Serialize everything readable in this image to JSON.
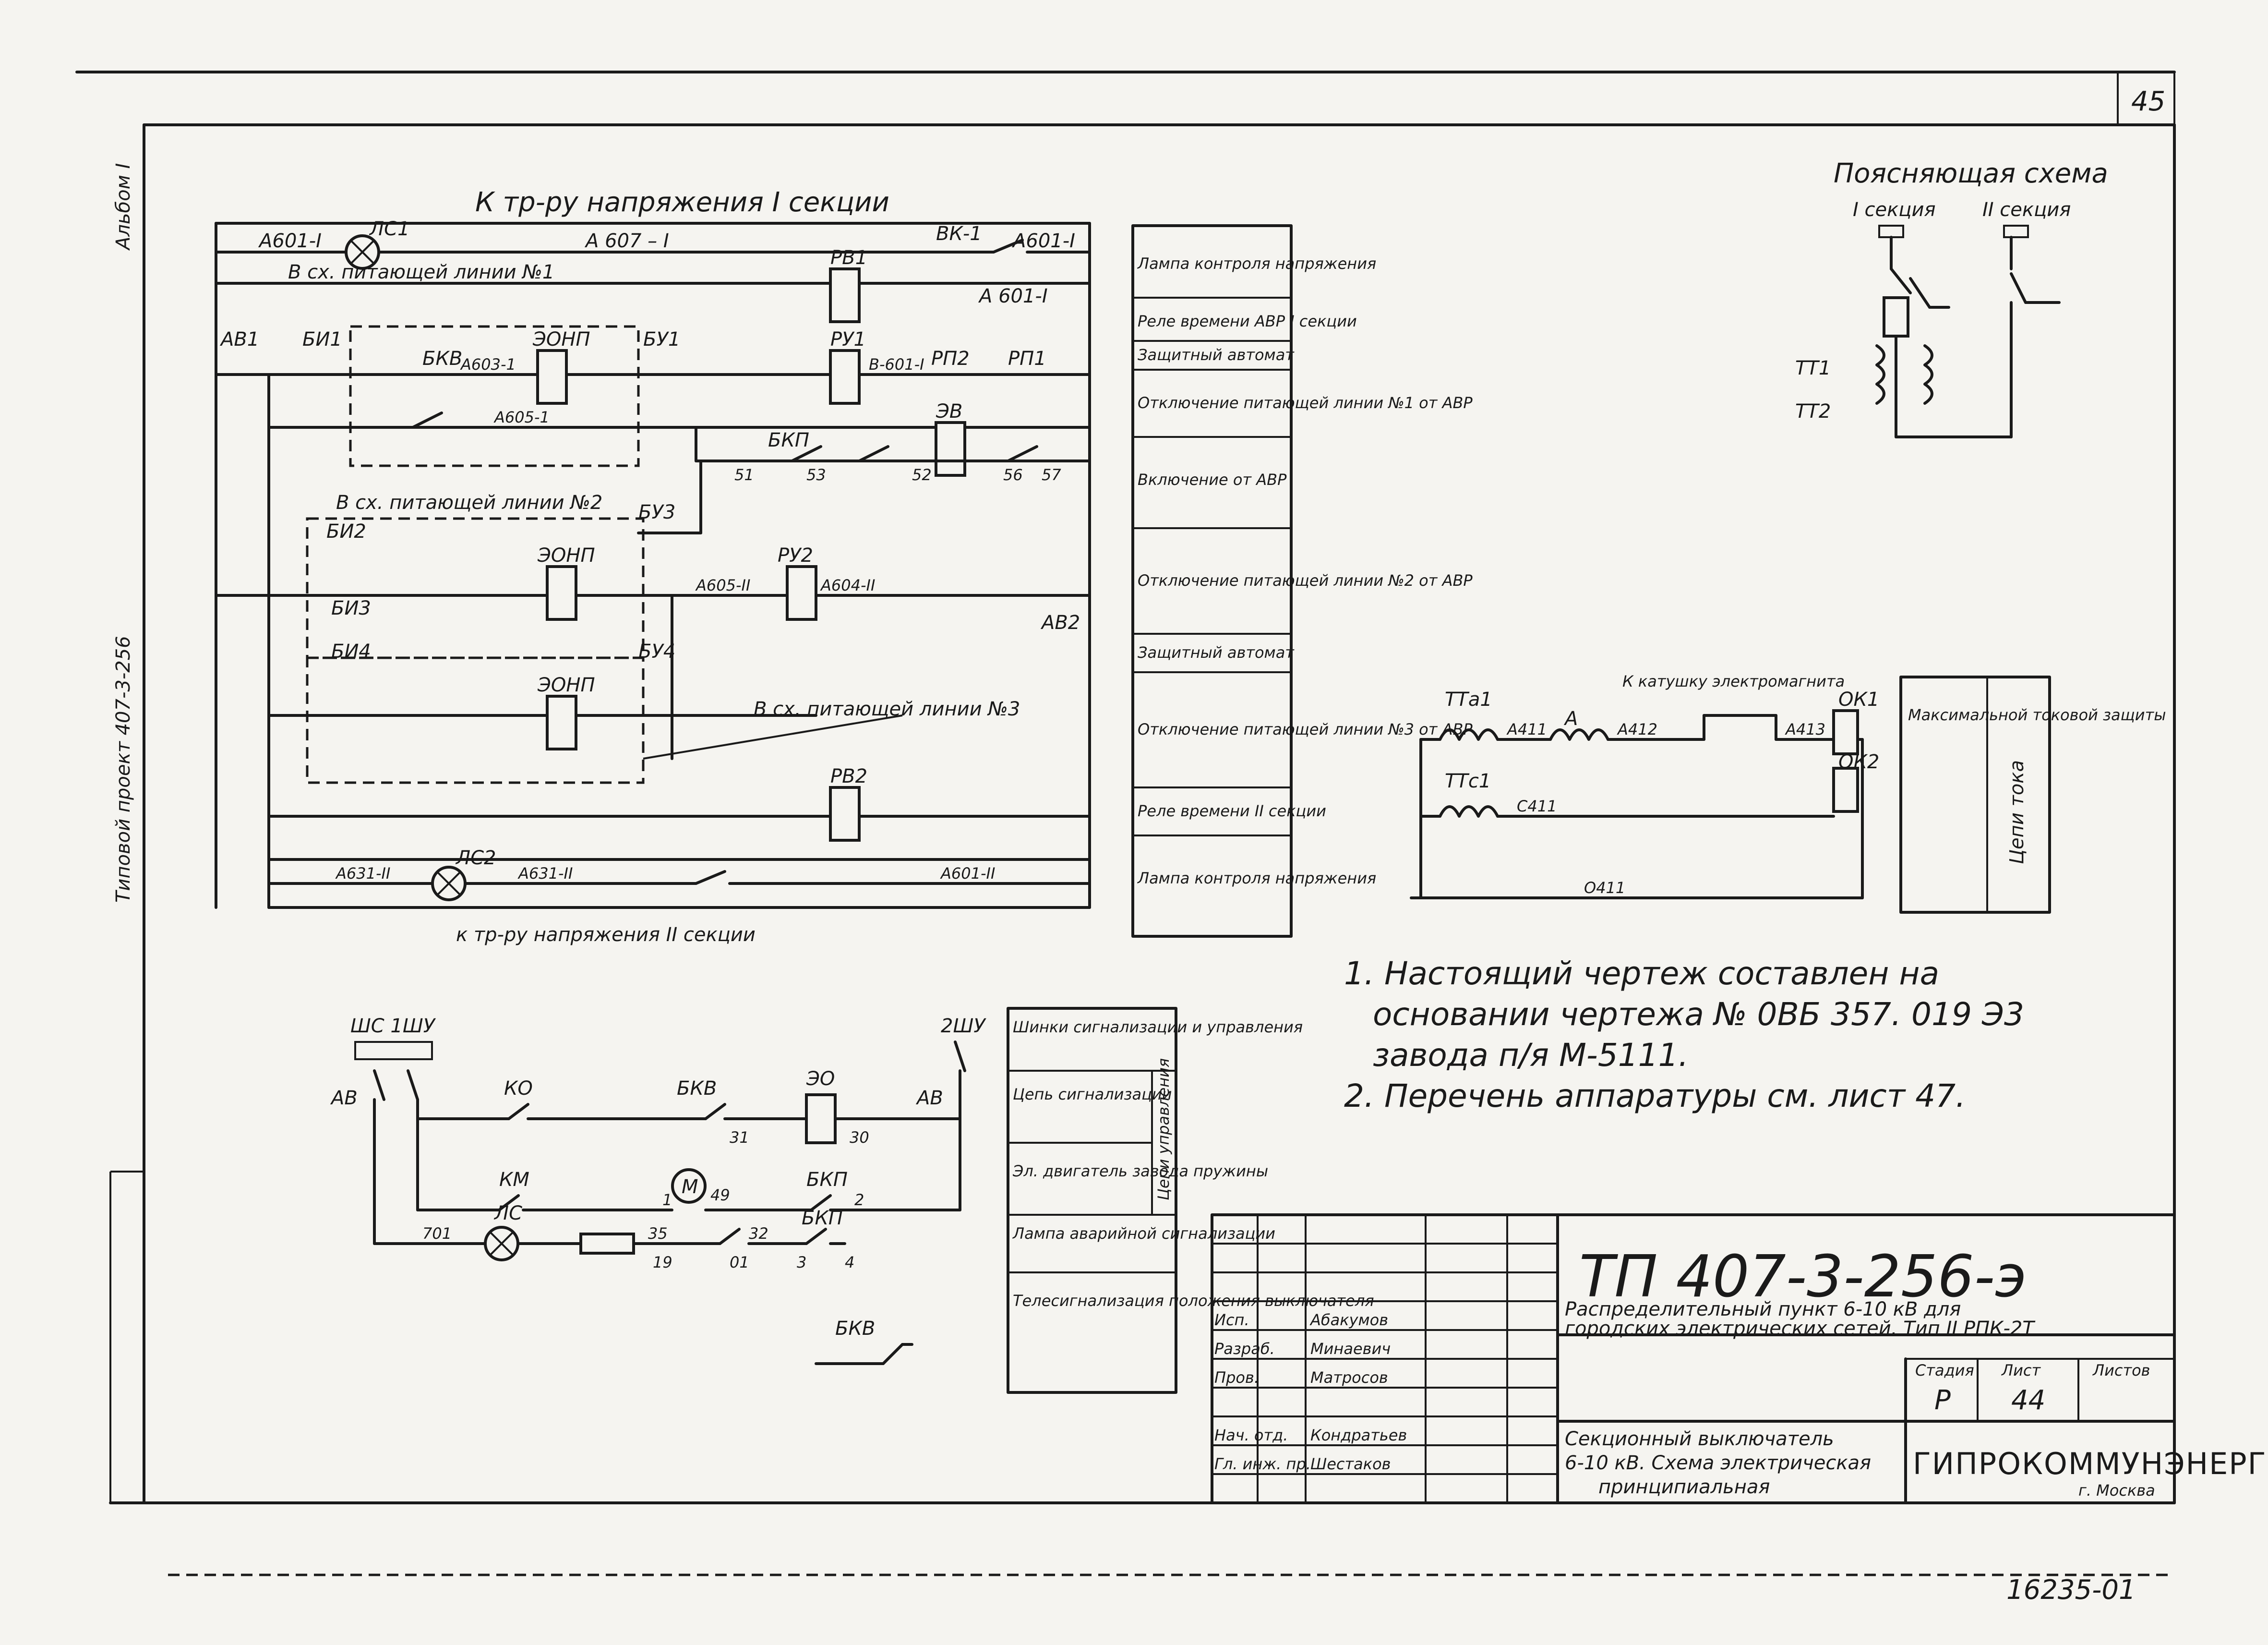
{
  "sheet": {
    "page_number": "45",
    "album_label": "Альбом I",
    "project_side_label": "Типовой проект 407-3-256",
    "bottom_number": "16235-01"
  },
  "schematic": {
    "top_bus_title": "К тр-ру напряжения I секции",
    "bottom_bus_title": "к тр-ру напряжения II секции",
    "wire_a607": "А 607 – I",
    "wire_a601_1": "А601-I",
    "wire_a601_2": "А601-I",
    "wire_a601_3": "А 601-I",
    "lamp_1": "ЛС1",
    "lamp_2": "ЛС2",
    "block_contact_top": "ВК-1",
    "feed_line_1": "В сх. питающей линии №1",
    "feed_line_2": "В сх. питающей линии №2",
    "feed_line_3": "В сх. питающей линии №3",
    "relay_rv1": "РВ1",
    "relay_rv2": "РВ2",
    "relay_rp1": "РП1",
    "relay_rp2": "РП2",
    "relay_rpa1": "РУ1",
    "relay_rpa2": "РУ2",
    "coil_ev": "ЭВ",
    "coil_eon1": "ЭОНП",
    "coil_eon2": "ЭОНП",
    "coil_eon3": "ЭОНП",
    "bi1": "БИ1",
    "bi2": "БИ2",
    "bi3": "БИ3",
    "bi4": "БИ4",
    "bu1": "БУ1",
    "bu3": "БУ3",
    "bu4": "БУ4",
    "bkv": "БКВ",
    "bkp": "БКП",
    "av1": "АВ1",
    "av2": "АВ2",
    "wire_a603": "А603-1",
    "wire_a605": "А605-1",
    "wire_a605_2": "А605-II",
    "wire_a604": "А604-II",
    "wire_a631": "А631-II",
    "wire_a631_b": "А631-II",
    "wire_a601_b": "А601-II",
    "wire_b601": "В-601-I",
    "num_51": "51",
    "num_53": "53",
    "num_52": "52",
    "num_56": "56",
    "num_57": "57"
  },
  "legend_table": {
    "rows": [
      "Лампа контроля напряжения",
      "Реле времени АВР I секции",
      "Защитный автомат",
      "Отключение питающей линии №1 от АВР",
      "Включение от АВР",
      "Отключение питающей линии №2 от АВР",
      "Защитный автомат",
      "Отключение питающей линии №3 от АВР",
      "Реле времени II секции",
      "Лампа контроля напряжения"
    ]
  },
  "explanatory": {
    "title": "Поясняющая схема",
    "section_1": "I секция",
    "section_2": "II секция",
    "tt1": "ТТ1",
    "tt2": "ТТ2"
  },
  "protection": {
    "tt1": "ТТа1",
    "tt2": "ТТс1",
    "note": "К катушку электромагнита",
    "a": "А",
    "wire_a411": "А411",
    "wire_a412": "А412",
    "wire_a413": "А413",
    "wire_c411": "С411",
    "wire_0411": "О411",
    "ok1": "ОК1",
    "ok2": "ОК2",
    "side_1": "Максимальной токовой защиты",
    "side_2": "Цепи тока"
  },
  "notes": {
    "line1": "1. Настоящий чертеж составлен на",
    "line2": "основании чертежа № 0ВБ 357. 019 Э3",
    "line3": "завода п/я М-5111.",
    "line4": "2. Перечень аппаратуры см. лист 47."
  },
  "control": {
    "shunt": "ШС 1ШУ",
    "shunt2": "2ШУ",
    "av_l": "АВ",
    "av_r": "АВ",
    "ko": "КО",
    "km": "КМ",
    "bkv": "БКВ",
    "bkp": "БКП",
    "bkp2": "БКП",
    "eo": "ЭО",
    "ls": "ЛС",
    "m": "М",
    "w701": "701",
    "w1": "1",
    "w2": "2",
    "w30": "30",
    "w31": "31",
    "w19": "19",
    "w3": "3",
    "w4": "4",
    "w49": "49",
    "w35": "35",
    "w32": "32",
    "w01": "01",
    "bkv_small": "БКВ"
  },
  "control_legend": {
    "rows": [
      "Шинки сигнализации и управления",
      "Цепь сигнализации",
      "Эл. двигатель завода пружины",
      "Лампа аварийной сигнализации",
      "Телесигнализация положения выключателя"
    ],
    "side": "Цепи управления"
  },
  "stamp": {
    "code": "ТП 407-3-256-э",
    "description_1": "Распределительный пункт 6-10 кВ для",
    "description_2": "городских электрических сетей. Тип II РПК-2Т",
    "sheet_title_1": "Секционный выключатель",
    "sheet_title_2": "6-10 кВ. Схема электрическая",
    "sheet_title_3": "принципиальная",
    "col_stage": "Стадия",
    "col_sheet": "Лист",
    "col_sheets": "Листов",
    "stage": "Р",
    "sheet": "44",
    "org": "ГИПРОКОММУНЭНЕРГО",
    "city": "г. Москва",
    "roles": [
      "Исп.",
      "Разраб.",
      "Пров.",
      "Нач. отд.",
      "Гл. инж. пр."
    ],
    "names": [
      "Абакумов",
      "Минаевич",
      "Матросов",
      "Кондратьев",
      "Шестаков"
    ]
  }
}
